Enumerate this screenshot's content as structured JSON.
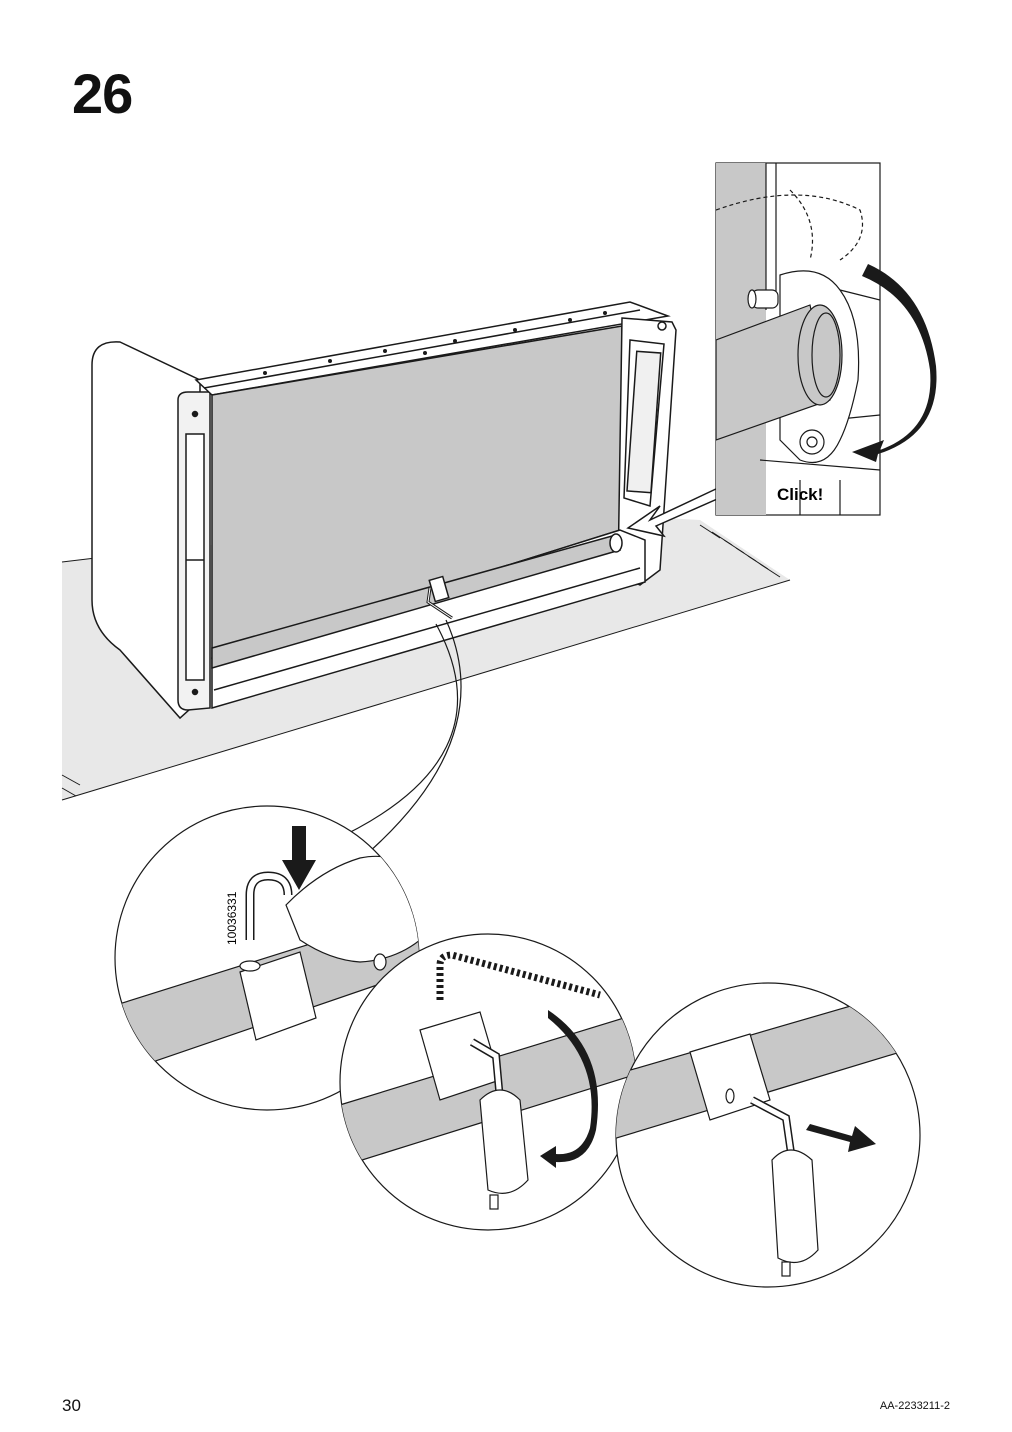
{
  "step": {
    "number": "26"
  },
  "callouts": {
    "click_text": "Click!",
    "part_number": "10036331"
  },
  "footer": {
    "page_number": "30",
    "document_code": "AA-2233211-2"
  },
  "colors": {
    "fabric_gray": "#c8c8c8",
    "floor_gray": "#e6e6e6",
    "line": "#1a1a1a"
  },
  "icons": [
    "down-arrow-icon",
    "rotate-arrow-icon",
    "pull-arrow-icon",
    "insert-arrow-icon",
    "hex-key-icon"
  ]
}
